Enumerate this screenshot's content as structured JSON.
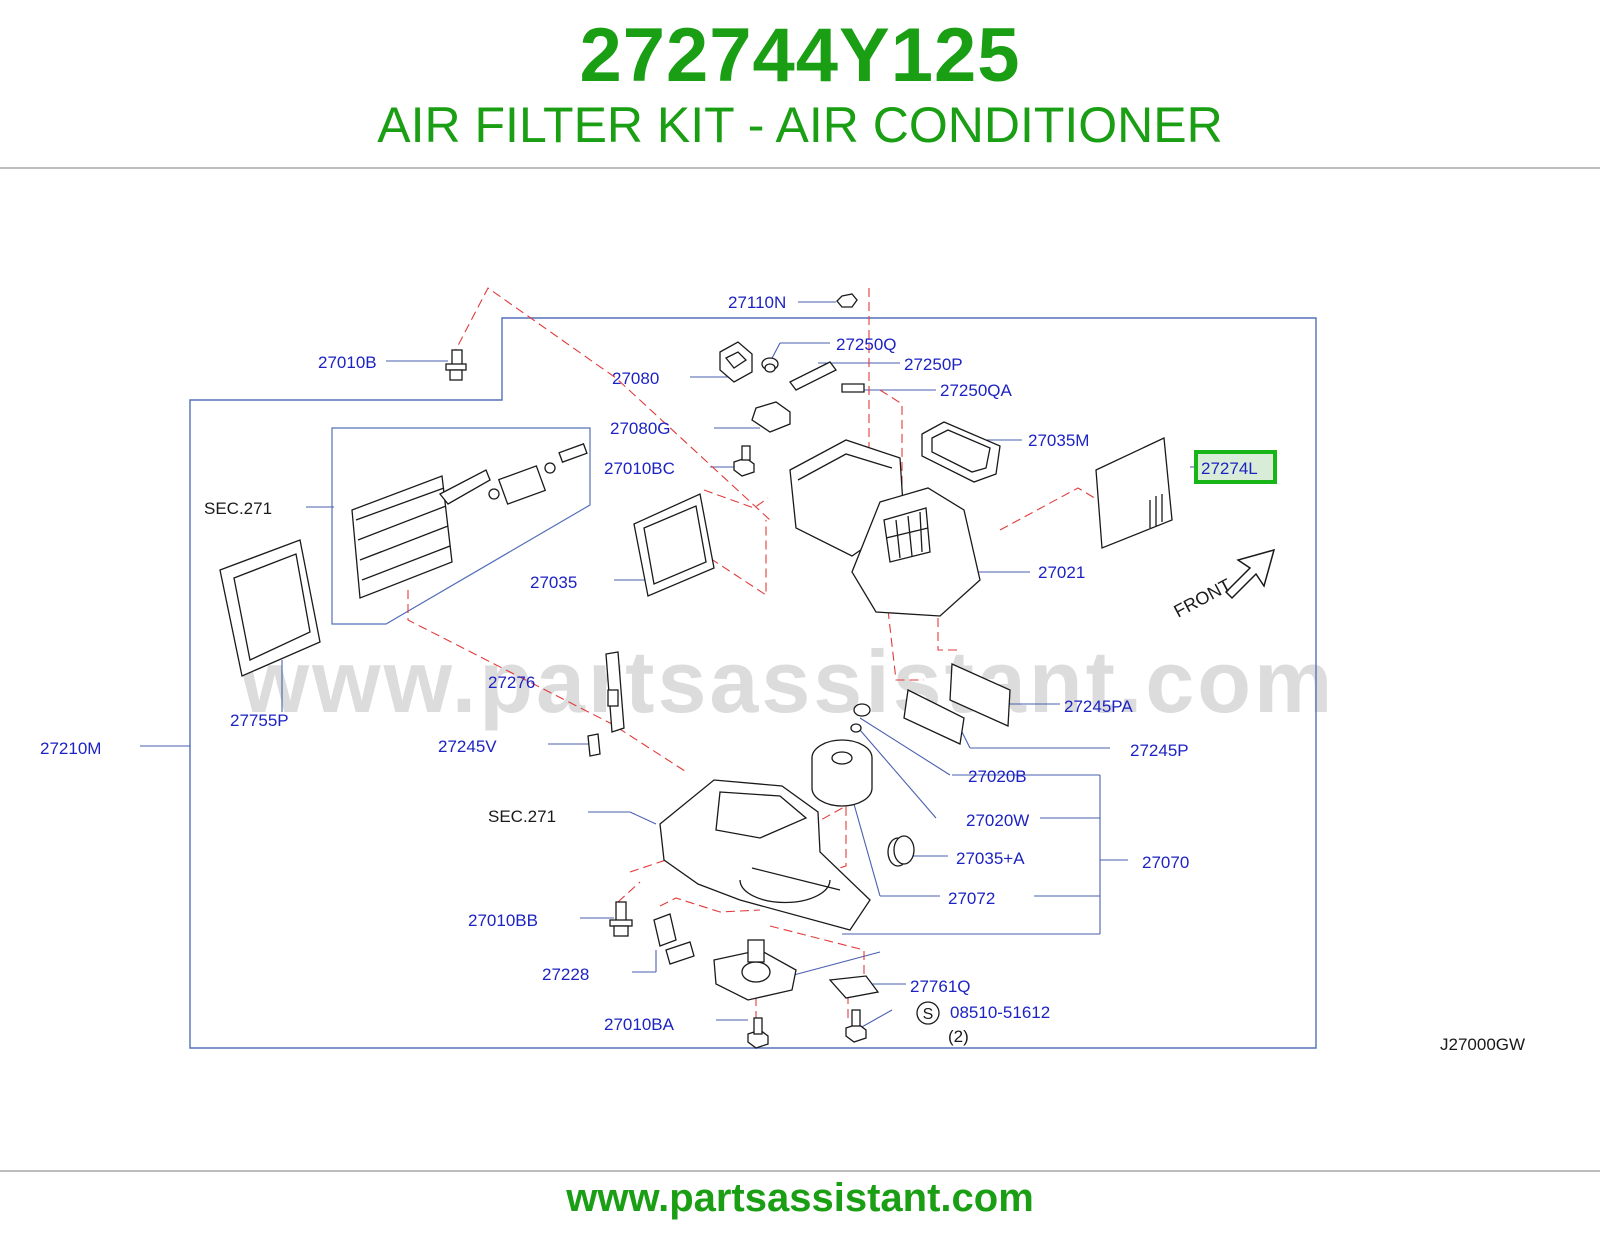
{
  "header": {
    "part_number": "272744Y125",
    "title": "AIR FILTER KIT - AIR CONDITIONER"
  },
  "diagram": {
    "watermark": "www.partsassistant.com",
    "front_label": "FRONT",
    "diagram_code": "J27000GW",
    "highlight_color": "#18b518",
    "label_color": "#1d23c2",
    "line_color": "#e02525",
    "labels": {
      "p27110N": "27110N",
      "p27010B": "27010B",
      "p27250Q": "27250Q",
      "p27080": "27080",
      "p27250P": "27250P",
      "p27250QA": "27250QA",
      "p27080G": "27080G",
      "p27035M": "27035M",
      "p27010BC": "27010BC",
      "p27274L": "27274L",
      "sec271_top": "SEC.271",
      "p27021": "27021",
      "p27035": "27035",
      "p27276": "27276",
      "p27245PA": "27245PA",
      "p27755P": "27755P",
      "p27245P": "27245P",
      "p27210M": "27210M",
      "p27245V": "27245V",
      "p27020B": "27020B",
      "sec271_bottom": "SEC.271",
      "p27020W": "27020W",
      "p27035A": "27035+A",
      "p27070": "27070",
      "p27072": "27072",
      "p27010BB": "27010BB",
      "p27228": "27228",
      "p27761Q": "27761Q",
      "s_symbol": "S",
      "p08510": "08510-51612",
      "qty2": "(2)",
      "p27010BA": "27010BA"
    }
  },
  "footer": {
    "url": "www.partsassistant.com"
  }
}
